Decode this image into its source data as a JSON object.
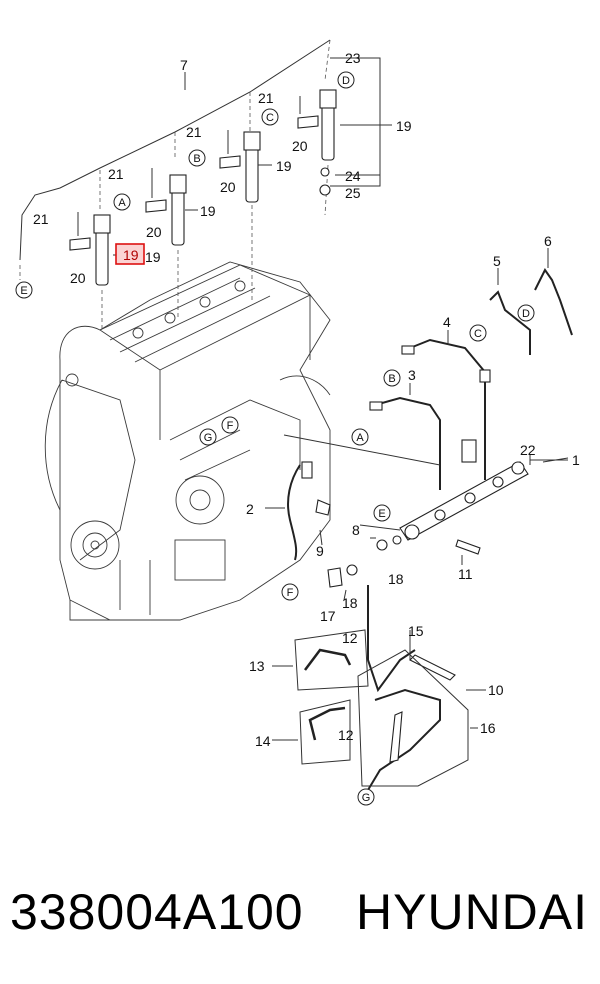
{
  "callouts": {
    "c1": "1",
    "c2": "2",
    "c3": "3",
    "c4": "4",
    "c5": "5",
    "c6": "6",
    "c7": "7",
    "c8": "8",
    "c9": "9",
    "c10": "10",
    "c11": "11",
    "c12a": "12",
    "c12b": "12",
    "c13": "13",
    "c14": "14",
    "c15": "15",
    "c16": "16",
    "c17": "17",
    "c18a": "18",
    "c18b": "18",
    "c19a": "19",
    "c19b": "19",
    "c19c": "19",
    "c19d": "19",
    "c19e": "19",
    "c20a": "20",
    "c20b": "20",
    "c20c": "20",
    "c20d": "20",
    "c21a": "21",
    "c21b": "21",
    "c21c": "21",
    "c21d": "21",
    "c22": "22",
    "c23": "23",
    "c24": "24",
    "c25": "25"
  },
  "refs": {
    "A1": "A",
    "A2": "A",
    "B1": "B",
    "B2": "B",
    "C1": "C",
    "C2": "C",
    "D1": "D",
    "D2": "D",
    "E1": "E",
    "E2": "E",
    "F1": "F",
    "F2": "F",
    "G1": "G",
    "G2": "G"
  },
  "highlight": {
    "label": "19",
    "color": "#d11111"
  },
  "caption": {
    "part_number": "338004A100",
    "brand": "HYUNDAI"
  }
}
